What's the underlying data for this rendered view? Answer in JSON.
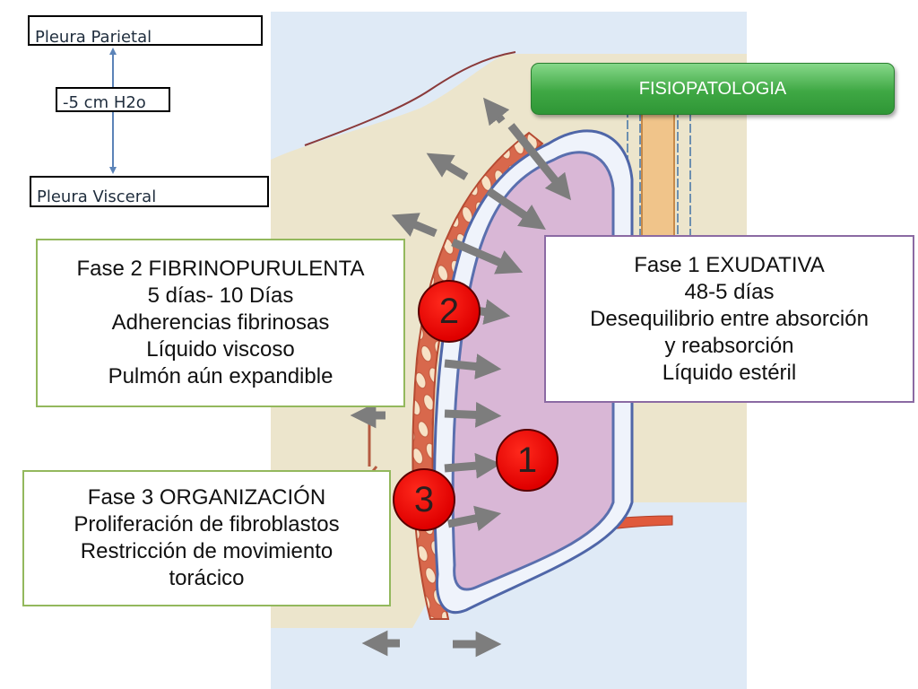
{
  "labels": {
    "parietal": "Pleura Parietal",
    "pressure": "-5 cm H2o",
    "visceral": "Pleura Visceral"
  },
  "title": "FISIOPATOLOGIA",
  "phases": {
    "phase1": {
      "lines": [
        "Fase 1 EXUDATIVA",
        "48-5 días",
        "Desequilibrio entre absorción",
        "y reabsorción",
        "Líquido estéril"
      ],
      "number": "1"
    },
    "phase2": {
      "lines": [
        "Fase 2 FIBRINOPURULENTA",
        "5 días- 10 Días",
        "Adherencias fibrinosas",
        "Líquido viscoso",
        "Pulmón aún expandible"
      ],
      "number": "2"
    },
    "phase3": {
      "lines": [
        "Fase 3 ORGANIZACIÓN",
        "Proliferación de fibroblastos",
        "Restricción de movimiento",
        "torácico"
      ],
      "number": "3"
    }
  },
  "colors": {
    "panel_background": "#dfeaf6",
    "chest_wall": "#ece5cc",
    "lung_fill": "#d9b7d6",
    "pleura_outline": "#5a6fae",
    "arrow": "#7d7d7d",
    "phase_border_green": "#93b85d",
    "phase_border_purple": "#8b6aa3",
    "badge_red": "#e00000",
    "title_green": "#3fa844"
  }
}
